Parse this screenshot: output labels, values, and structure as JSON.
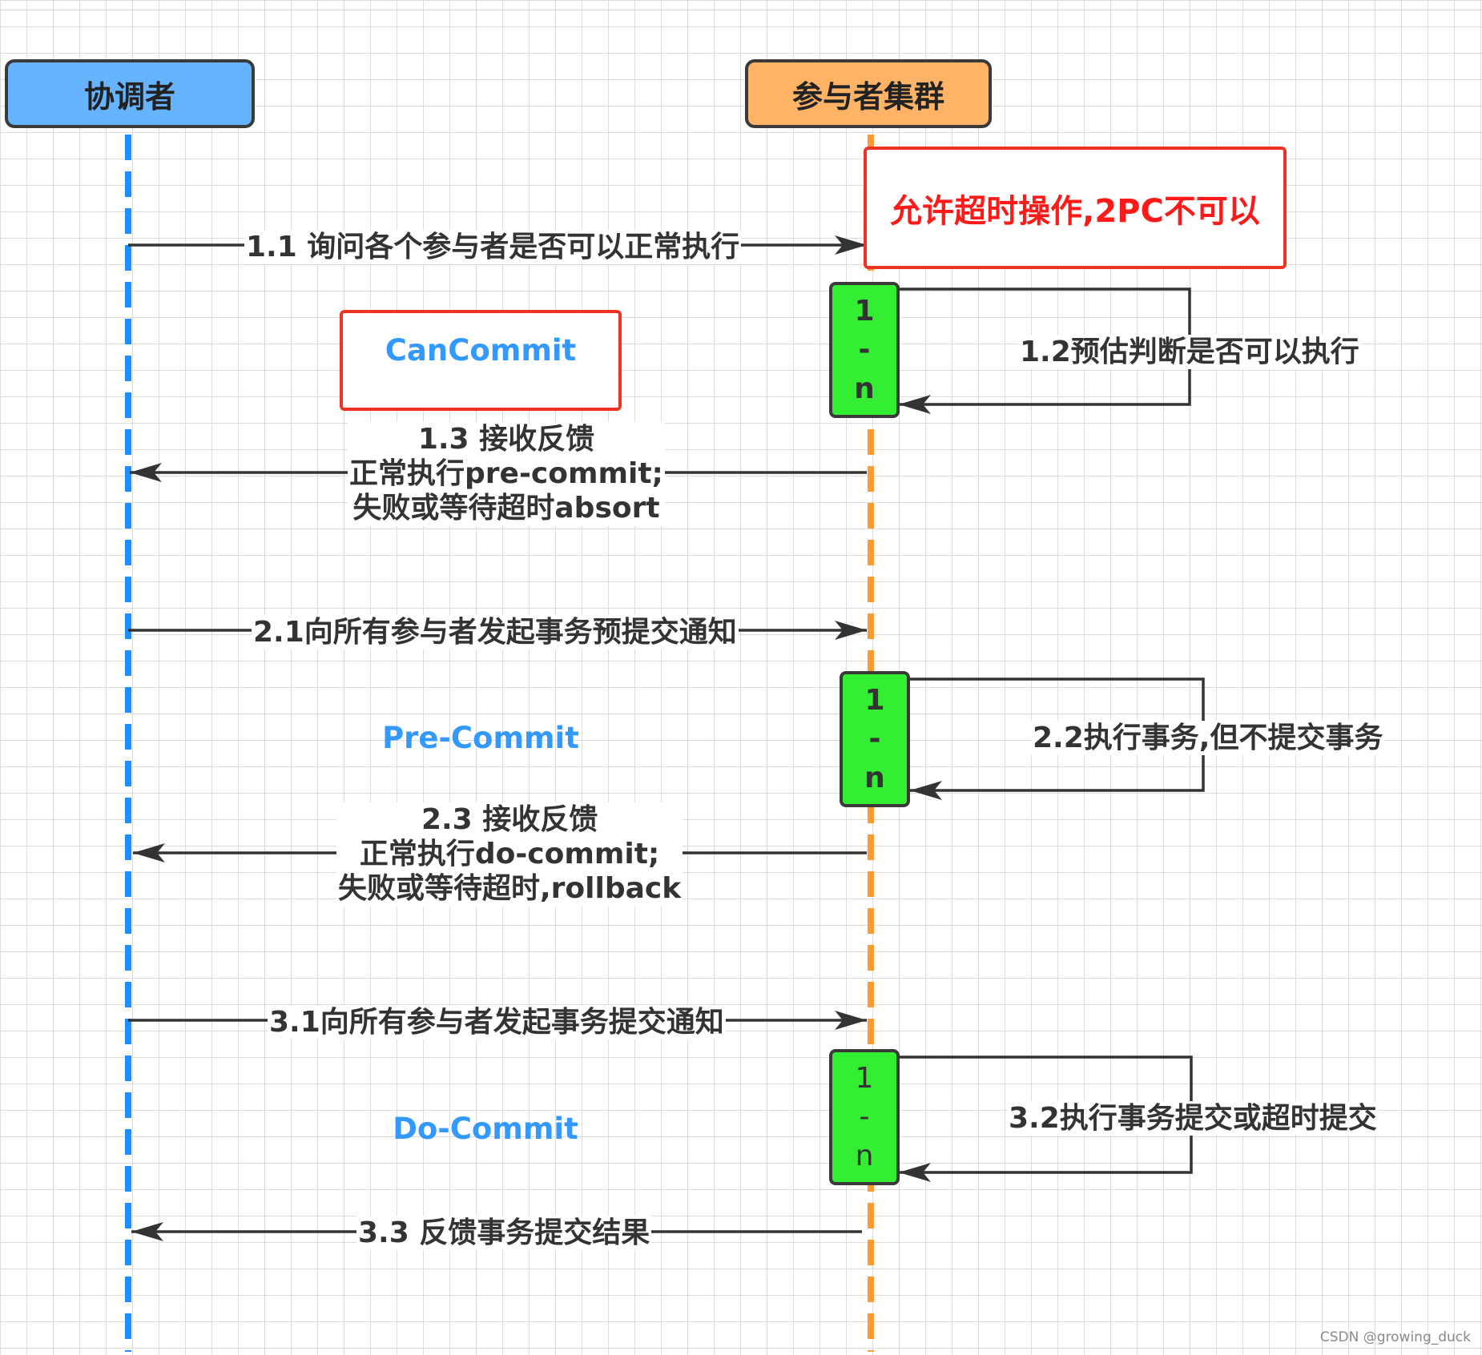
{
  "actors": {
    "coordinator": "协调者",
    "participants": "参与者集群"
  },
  "note_timeout": "允许超时操作,2PC不可以",
  "phases": {
    "can_commit": "CanCommit",
    "pre_commit": "Pre-Commit",
    "do_commit": "Do-Commit"
  },
  "activation": {
    "top": "1",
    "mid": "-",
    "bottom": "n"
  },
  "messages": {
    "m1_1": "1.1 询问各个参与者是否可以正常执行",
    "m1_2": "1.2预估判断是否可以执行",
    "m1_3": [
      "1.3 接收反馈",
      "正常执行pre-commit;",
      "失败或等待超时absort"
    ],
    "m2_1": "2.1向所有参与者发起事务预提交通知",
    "m2_2": "2.2执行事务,但不提交事务",
    "m2_3": [
      "2.3 接收反馈",
      "正常执行do-commit;",
      "失败或等待超时,rollback"
    ],
    "m3_1": "3.1向所有参与者发起事务提交通知",
    "m3_2": "3.2执行事务提交或超时提交",
    "m3_3": "3.3 反馈事务提交结果"
  },
  "watermark": "CSDN @growing_duck",
  "colors": {
    "coordinator": "#66b3ff",
    "participants": "#ffb366",
    "coordinator_lifeline": "#1e8fff",
    "participants_lifeline": "#ff9933",
    "phase_label": "#3399ff",
    "activation": "#33ee33",
    "highlight_border": "#ee3322",
    "note_text": "#ff1a1a"
  }
}
